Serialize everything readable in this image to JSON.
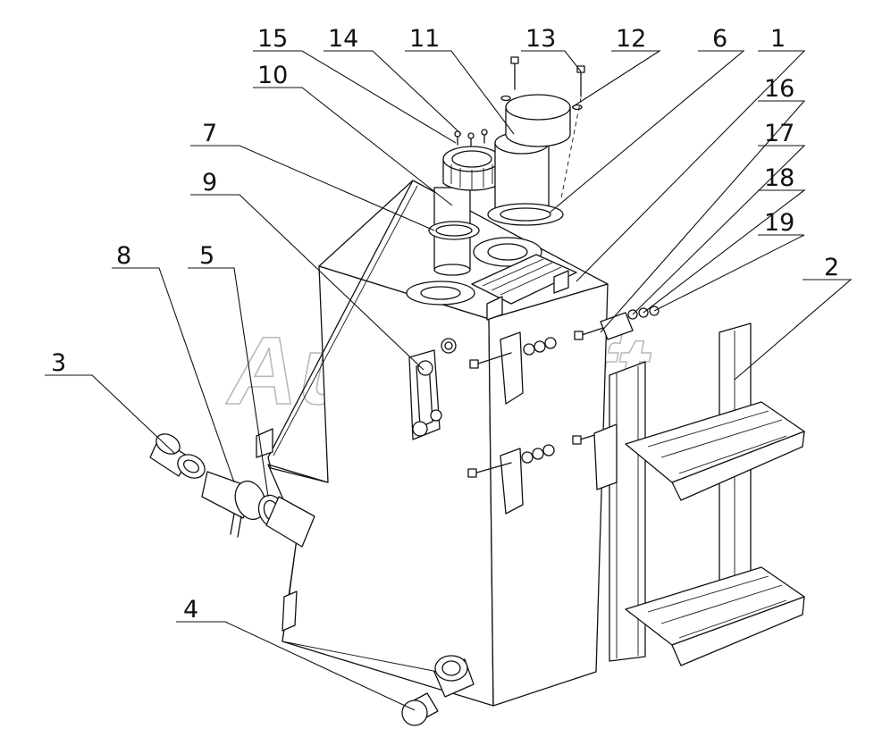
{
  "watermark": "AutoSoft",
  "callouts": [
    {
      "id": "c15",
      "label": "15"
    },
    {
      "id": "c14",
      "label": "14"
    },
    {
      "id": "c11",
      "label": "11"
    },
    {
      "id": "c13",
      "label": "13"
    },
    {
      "id": "c12",
      "label": "12"
    },
    {
      "id": "c6",
      "label": "6"
    },
    {
      "id": "c1",
      "label": "1"
    },
    {
      "id": "c10",
      "label": "10"
    },
    {
      "id": "c16",
      "label": "16"
    },
    {
      "id": "c7",
      "label": "7"
    },
    {
      "id": "c17",
      "label": "17"
    },
    {
      "id": "c9",
      "label": "9"
    },
    {
      "id": "c18",
      "label": "18"
    },
    {
      "id": "c19",
      "label": "19"
    },
    {
      "id": "c8",
      "label": "8"
    },
    {
      "id": "c5",
      "label": "5"
    },
    {
      "id": "c2",
      "label": "2"
    },
    {
      "id": "c3",
      "label": "3"
    },
    {
      "id": "c4",
      "label": "4"
    }
  ]
}
